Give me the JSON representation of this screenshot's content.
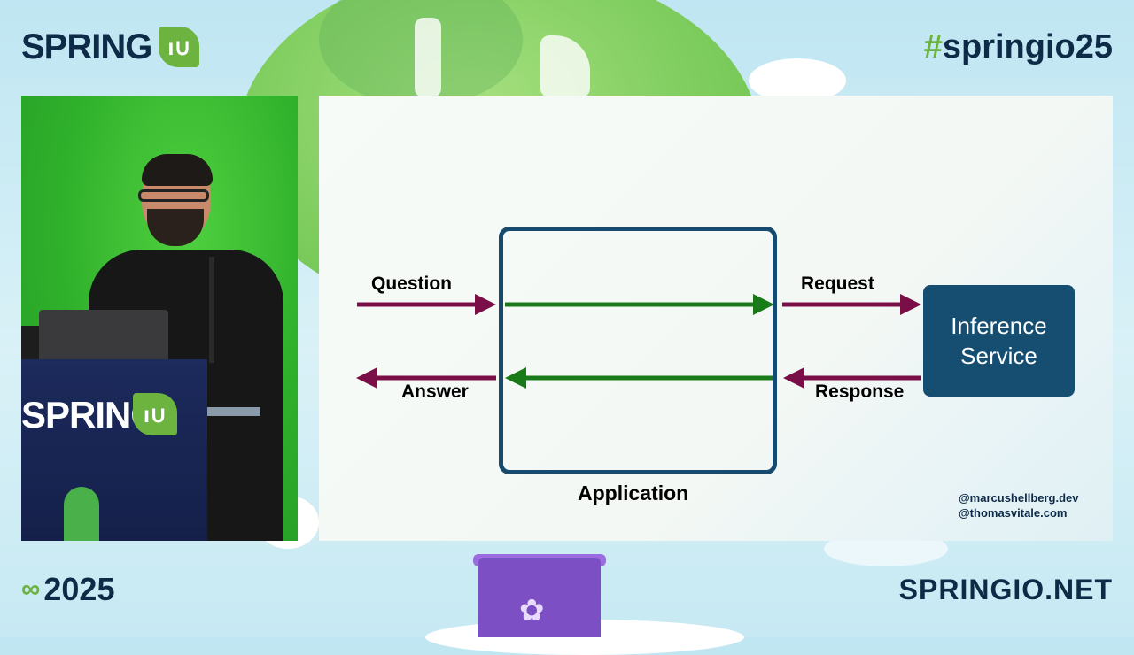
{
  "header": {
    "brand": "SPRING",
    "brand_mark": "ı∪",
    "hashtag_symbol": "#",
    "hashtag_text": "springio25"
  },
  "footer": {
    "year_mark": "∞",
    "year": "2025",
    "site": "SPRINGIO.NET"
  },
  "podium": {
    "brand": "SPRING",
    "brand_mark": "ı∪"
  },
  "basket": {
    "logo": "✿"
  },
  "slide": {
    "question_label": "Question",
    "answer_label": "Answer",
    "request_label": "Request",
    "response_label": "Response",
    "application_label": "Application",
    "service_line1": "Inference",
    "service_line2": "Service",
    "credit_1": "@marcushellberg.dev",
    "credit_2": "@thomasvitale.com",
    "colors": {
      "external_arrow": "#7a0f47",
      "internal_arrow": "#1a7a1a",
      "box_border": "#164a6e",
      "service_fill": "#164e72"
    }
  },
  "colors": {
    "brand_green": "#6db33f",
    "navy": "#0d2a47"
  }
}
